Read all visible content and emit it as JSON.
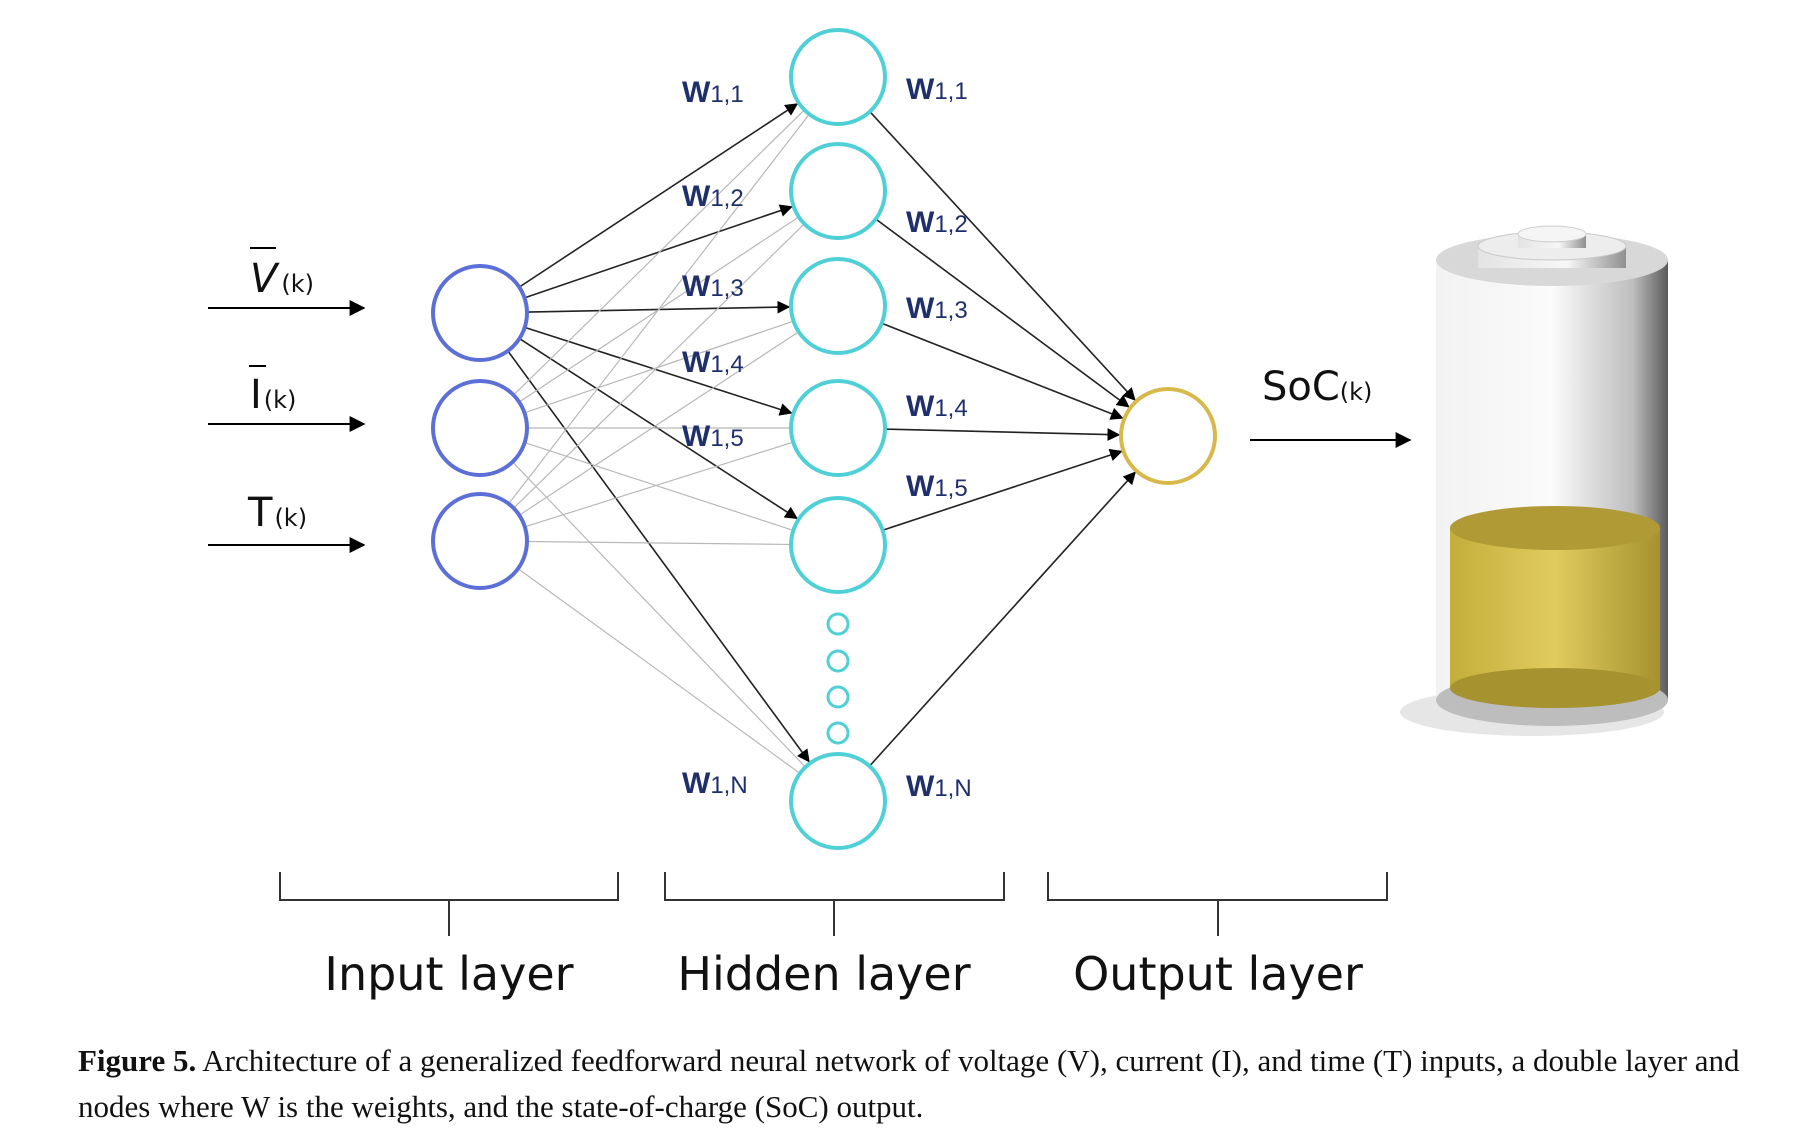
{
  "inputs": [
    {
      "main": "V",
      "sub": "(k)"
    },
    {
      "main": "I",
      "sub": "(k)"
    },
    {
      "main": "T",
      "sub": "(k)"
    }
  ],
  "hidden_weights_in": [
    {
      "w": "W",
      "sub": "1,1"
    },
    {
      "w": "W",
      "sub": "1,2"
    },
    {
      "w": "W",
      "sub": "1,3"
    },
    {
      "w": "W",
      "sub": "1,4"
    },
    {
      "w": "W",
      "sub": "1,5"
    },
    {
      "w": "W",
      "sub": "1,N"
    }
  ],
  "hidden_weights_out": [
    {
      "w": "W",
      "sub": "1,1"
    },
    {
      "w": "W",
      "sub": "1,2"
    },
    {
      "w": "W",
      "sub": "1,3"
    },
    {
      "w": "W",
      "sub": "1,4"
    },
    {
      "w": "W",
      "sub": "1,5"
    },
    {
      "w": "W",
      "sub": "1,N"
    }
  ],
  "output": {
    "main": "SoC",
    "sub": "(k)"
  },
  "layers": [
    "Input layer",
    "Hidden layer",
    "Output layer"
  ],
  "caption": {
    "label": "Figure 5.",
    "text": " Architecture of a generalized feedforward neural network of voltage (V), current (I), and time (T) inputs, a double layer and nodes where W is the weights, and the state-of-charge (SoC) output."
  },
  "colors": {
    "input_node": "#5b6fd6",
    "hidden_node": "#4fd0d6",
    "output_node": "#d9b84a",
    "battery_fill": "#d8c454",
    "weight_text": "#1f2f6b"
  }
}
